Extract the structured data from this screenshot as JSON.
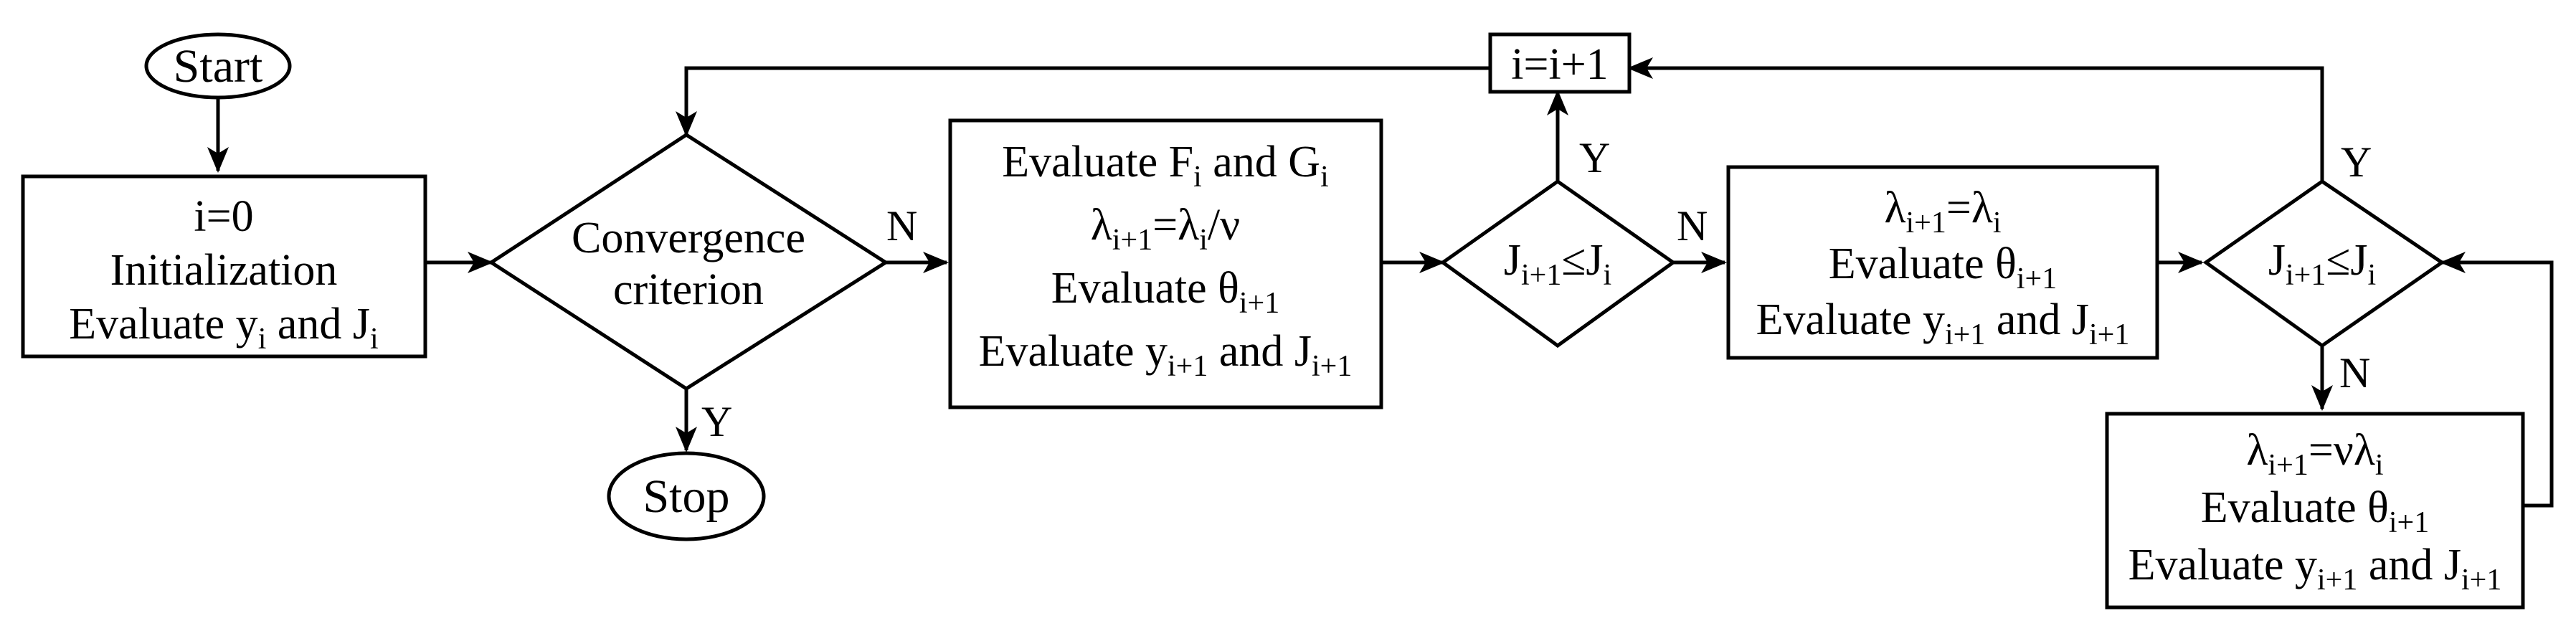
{
  "nodes": {
    "start": {
      "label": "Start"
    },
    "stop": {
      "label": "Stop"
    },
    "init": {
      "var": "i",
      "eq": "=0",
      "line2": "Initialization",
      "line3": {
        "pre": "Evaluate y",
        "sub1": "i",
        "mid": " and J",
        "sub2": "i"
      }
    },
    "convergence": {
      "line1": "Convergence",
      "line2": "criterion"
    },
    "eval1": {
      "line1": {
        "pre": "Evaluate F",
        "sub1": "i",
        "mid": " and G",
        "sub2": "i"
      },
      "line2": {
        "a": "λ",
        "a_sub": "i+1",
        "eq": "=λ",
        "b_sub": "i",
        "tail": "/ν"
      },
      "line3": {
        "pre": "Evaluate θ",
        "sub": "i+1"
      },
      "line4": {
        "pre": "Evaluate y",
        "sub1": "i+1",
        "mid": " and J",
        "sub2": "i+1"
      }
    },
    "decision1": {
      "a": "J",
      "a_sub": "i+1",
      "op": "≤J",
      "b_sub": "i"
    },
    "increment": {
      "label": "i=i+1"
    },
    "eval2": {
      "line1": {
        "a": "λ",
        "a_sub": "i+1",
        "eq": "=λ",
        "b_sub": "i"
      },
      "line2": {
        "pre": "Evaluate θ",
        "sub": "i+1"
      },
      "line3": {
        "pre": "Evaluate y",
        "sub1": "i+1",
        "mid": " and J",
        "sub2": "i+1"
      }
    },
    "decision2": {
      "a": "J",
      "a_sub": "i+1",
      "op": "≤J",
      "b_sub": "i"
    },
    "eval3": {
      "line1": {
        "a": "λ",
        "a_sub": "i+1",
        "eq": "=νλ",
        "b_sub": "i"
      },
      "line2": {
        "pre": "Evaluate θ",
        "sub": "i+1"
      },
      "line3": {
        "pre": "Evaluate y",
        "sub1": "i+1",
        "mid": " and J",
        "sub2": "i+1"
      }
    }
  },
  "edge_labels": {
    "conv_no": "N",
    "conv_yes": "Y",
    "dec1_yes": "Y",
    "dec1_no": "N",
    "dec2_yes": "Y",
    "dec2_no": "N"
  }
}
